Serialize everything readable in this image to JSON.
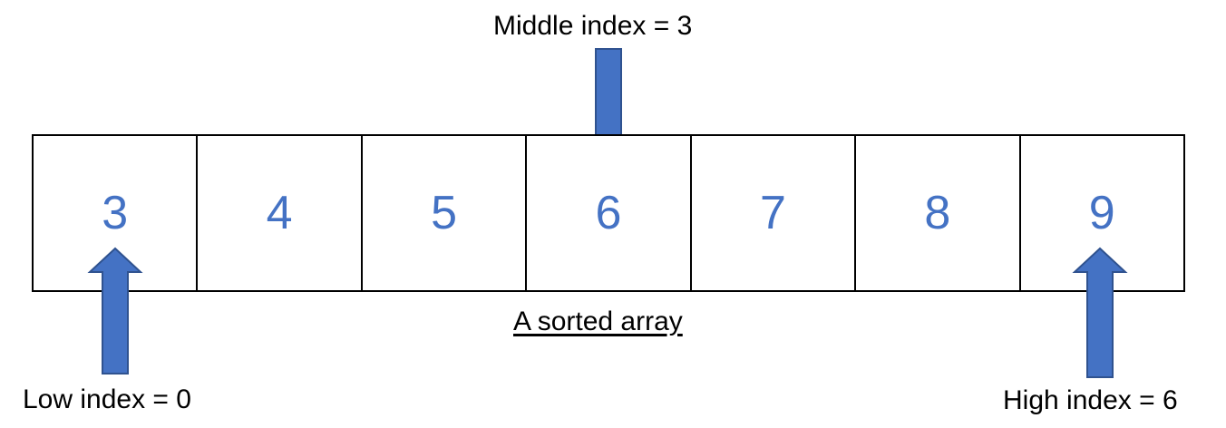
{
  "diagram": {
    "array_values": [
      "3",
      "4",
      "5",
      "6",
      "7",
      "8",
      "9"
    ],
    "middle_label": "Middle index = 3",
    "low_label": "Low index = 0",
    "high_label": "High index = 6",
    "caption": "A sorted array",
    "colors": {
      "value_text": "#4472C4",
      "arrow_fill": "#4472C4",
      "arrow_stroke": "#2F528F",
      "cell_border": "#000000",
      "label_text": "#000000"
    },
    "icons": {
      "middle_arrow": "down-arrow-icon",
      "low_arrow": "up-arrow-icon",
      "high_arrow": "up-arrow-icon"
    }
  }
}
